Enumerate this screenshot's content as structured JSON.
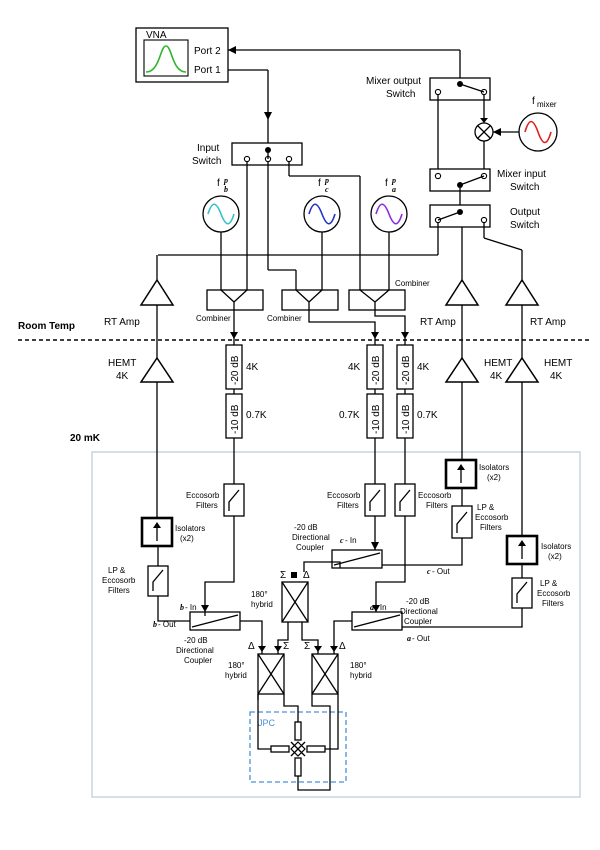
{
  "labels": {
    "vna": "VNA",
    "port2": "Port 2",
    "port1": "Port 1",
    "mixer_output_switch_1": "Mixer output",
    "mixer_output_switch_2": "Switch",
    "mixer_input_switch_1": "Mixer input",
    "mixer_input_switch_2": "Switch",
    "output_switch_1": "Output",
    "output_switch_2": "Switch",
    "input_switch_1": "Input",
    "input_switch_2": "Switch",
    "f_mixer": "f",
    "f_mixer_sub": "mixer",
    "pump_f": "f",
    "pump_sup": "p",
    "pump_b": "b",
    "pump_c": "c",
    "pump_a": "a",
    "combiner": "Combiner",
    "rt_amp": "RT Amp",
    "room_temp": "Room Temp",
    "hemt": "HEMT",
    "four_k": "4K",
    "attn_20": "-20 dB",
    "attn_10": "-10 dB",
    "zero_seven_k": "0.7K",
    "twenty_mk": "20 mK",
    "eccosorb_1": "Eccosorb",
    "eccosorb_2": "Filters",
    "isolators_1": "Isolators",
    "isolators_2": "(x2)",
    "lp_1": "LP &",
    "lp_2": "Eccosorb",
    "lp_3": "Filters",
    "lp_alt_1": "LP &",
    "lp_alt_2": "Eccosorb",
    "lp_alt_3": "Filters",
    "dc_1": "-20 dB",
    "dc_2": "Directional",
    "dc_3": "Coupler",
    "b_letter": "b",
    "c_letter": "c",
    "a_letter": "a",
    "in_suffix": " - In",
    "out_suffix": " - Out",
    "hybrid_1": "180°",
    "hybrid_2": "hybrid",
    "jpc": "JPC",
    "sigma": "Σ",
    "delta": "Δ"
  },
  "colors": {
    "vna_trace": "#2db52d",
    "pump_b": "#33c2c8",
    "pump_c": "#2433c7",
    "pump_a": "#8a2be2",
    "mixer_source": "#e02020",
    "jpc_box": "#4a90d9",
    "fridge_box": "#c8d4e2"
  }
}
